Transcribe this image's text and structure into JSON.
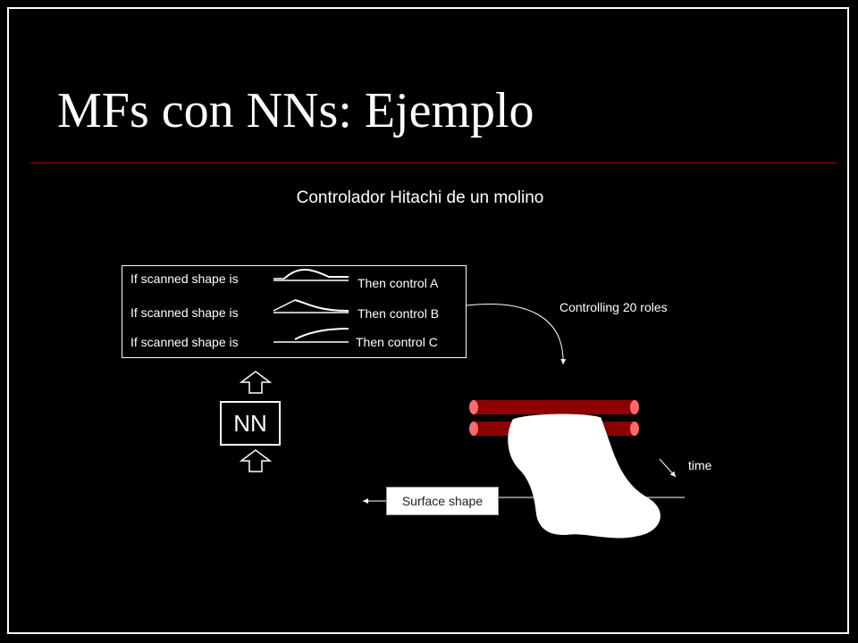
{
  "slide": {
    "title": "MFs con NNs: Ejemplo",
    "subtitle": "Controlador Hitachi de un molino"
  },
  "rules": [
    {
      "condition": "If scanned shape is",
      "action": "Then control A"
    },
    {
      "condition": "If scanned shape is",
      "action": "Then control B"
    },
    {
      "condition": "If scanned shape is",
      "action": "Then control C"
    }
  ],
  "nn_label": "NN",
  "controlling_label": "Controlling 20 roles",
  "time_label": "time",
  "surface_label": "Surface shape",
  "colors": {
    "background": "#000000",
    "title_rule": "#b80000",
    "roller": "#8b0000",
    "roller_highlight": "#ff6a6a",
    "foreground": "#ffffff"
  }
}
